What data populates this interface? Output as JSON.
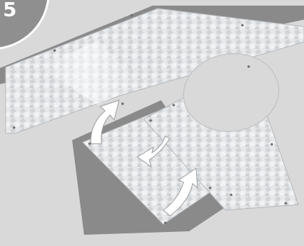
{
  "step": {
    "number": "5"
  },
  "colors": {
    "floor": "#d9d9d9",
    "recess_shadow": "#8a8a8a",
    "metal_plate": "#e4e6e8",
    "badge_background": "#8f8f8f",
    "badge_text": "#ffffff",
    "arrow_fill": "#ffffff"
  },
  "illustration": {
    "subject": "galvanized-steel-plates",
    "arrows": [
      "curved-arrow-up",
      "curved-arrow-left",
      "curved-arrow-up-right"
    ]
  }
}
